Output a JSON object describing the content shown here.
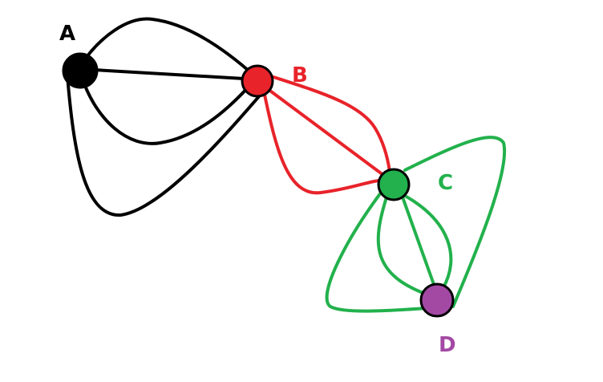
{
  "nodes": [
    {
      "id": "A",
      "label": "A",
      "color": "#000000",
      "label_color": "#000000"
    },
    {
      "id": "B",
      "label": "B",
      "color": "#e8232a",
      "label_color": "#e8232a"
    },
    {
      "id": "C",
      "label": "C",
      "color": "#22b14c",
      "label_color": "#22b14c"
    },
    {
      "id": "D",
      "label": "D",
      "color": "#a349a4",
      "label_color": "#a349a4"
    }
  ],
  "edges": [
    {
      "from": "A",
      "to": "B",
      "count": 4,
      "color": "#000000"
    },
    {
      "from": "B",
      "to": "C",
      "count": 3,
      "color": "#e8232a"
    },
    {
      "from": "C",
      "to": "D",
      "count": 5,
      "color": "#22b14c"
    }
  ]
}
